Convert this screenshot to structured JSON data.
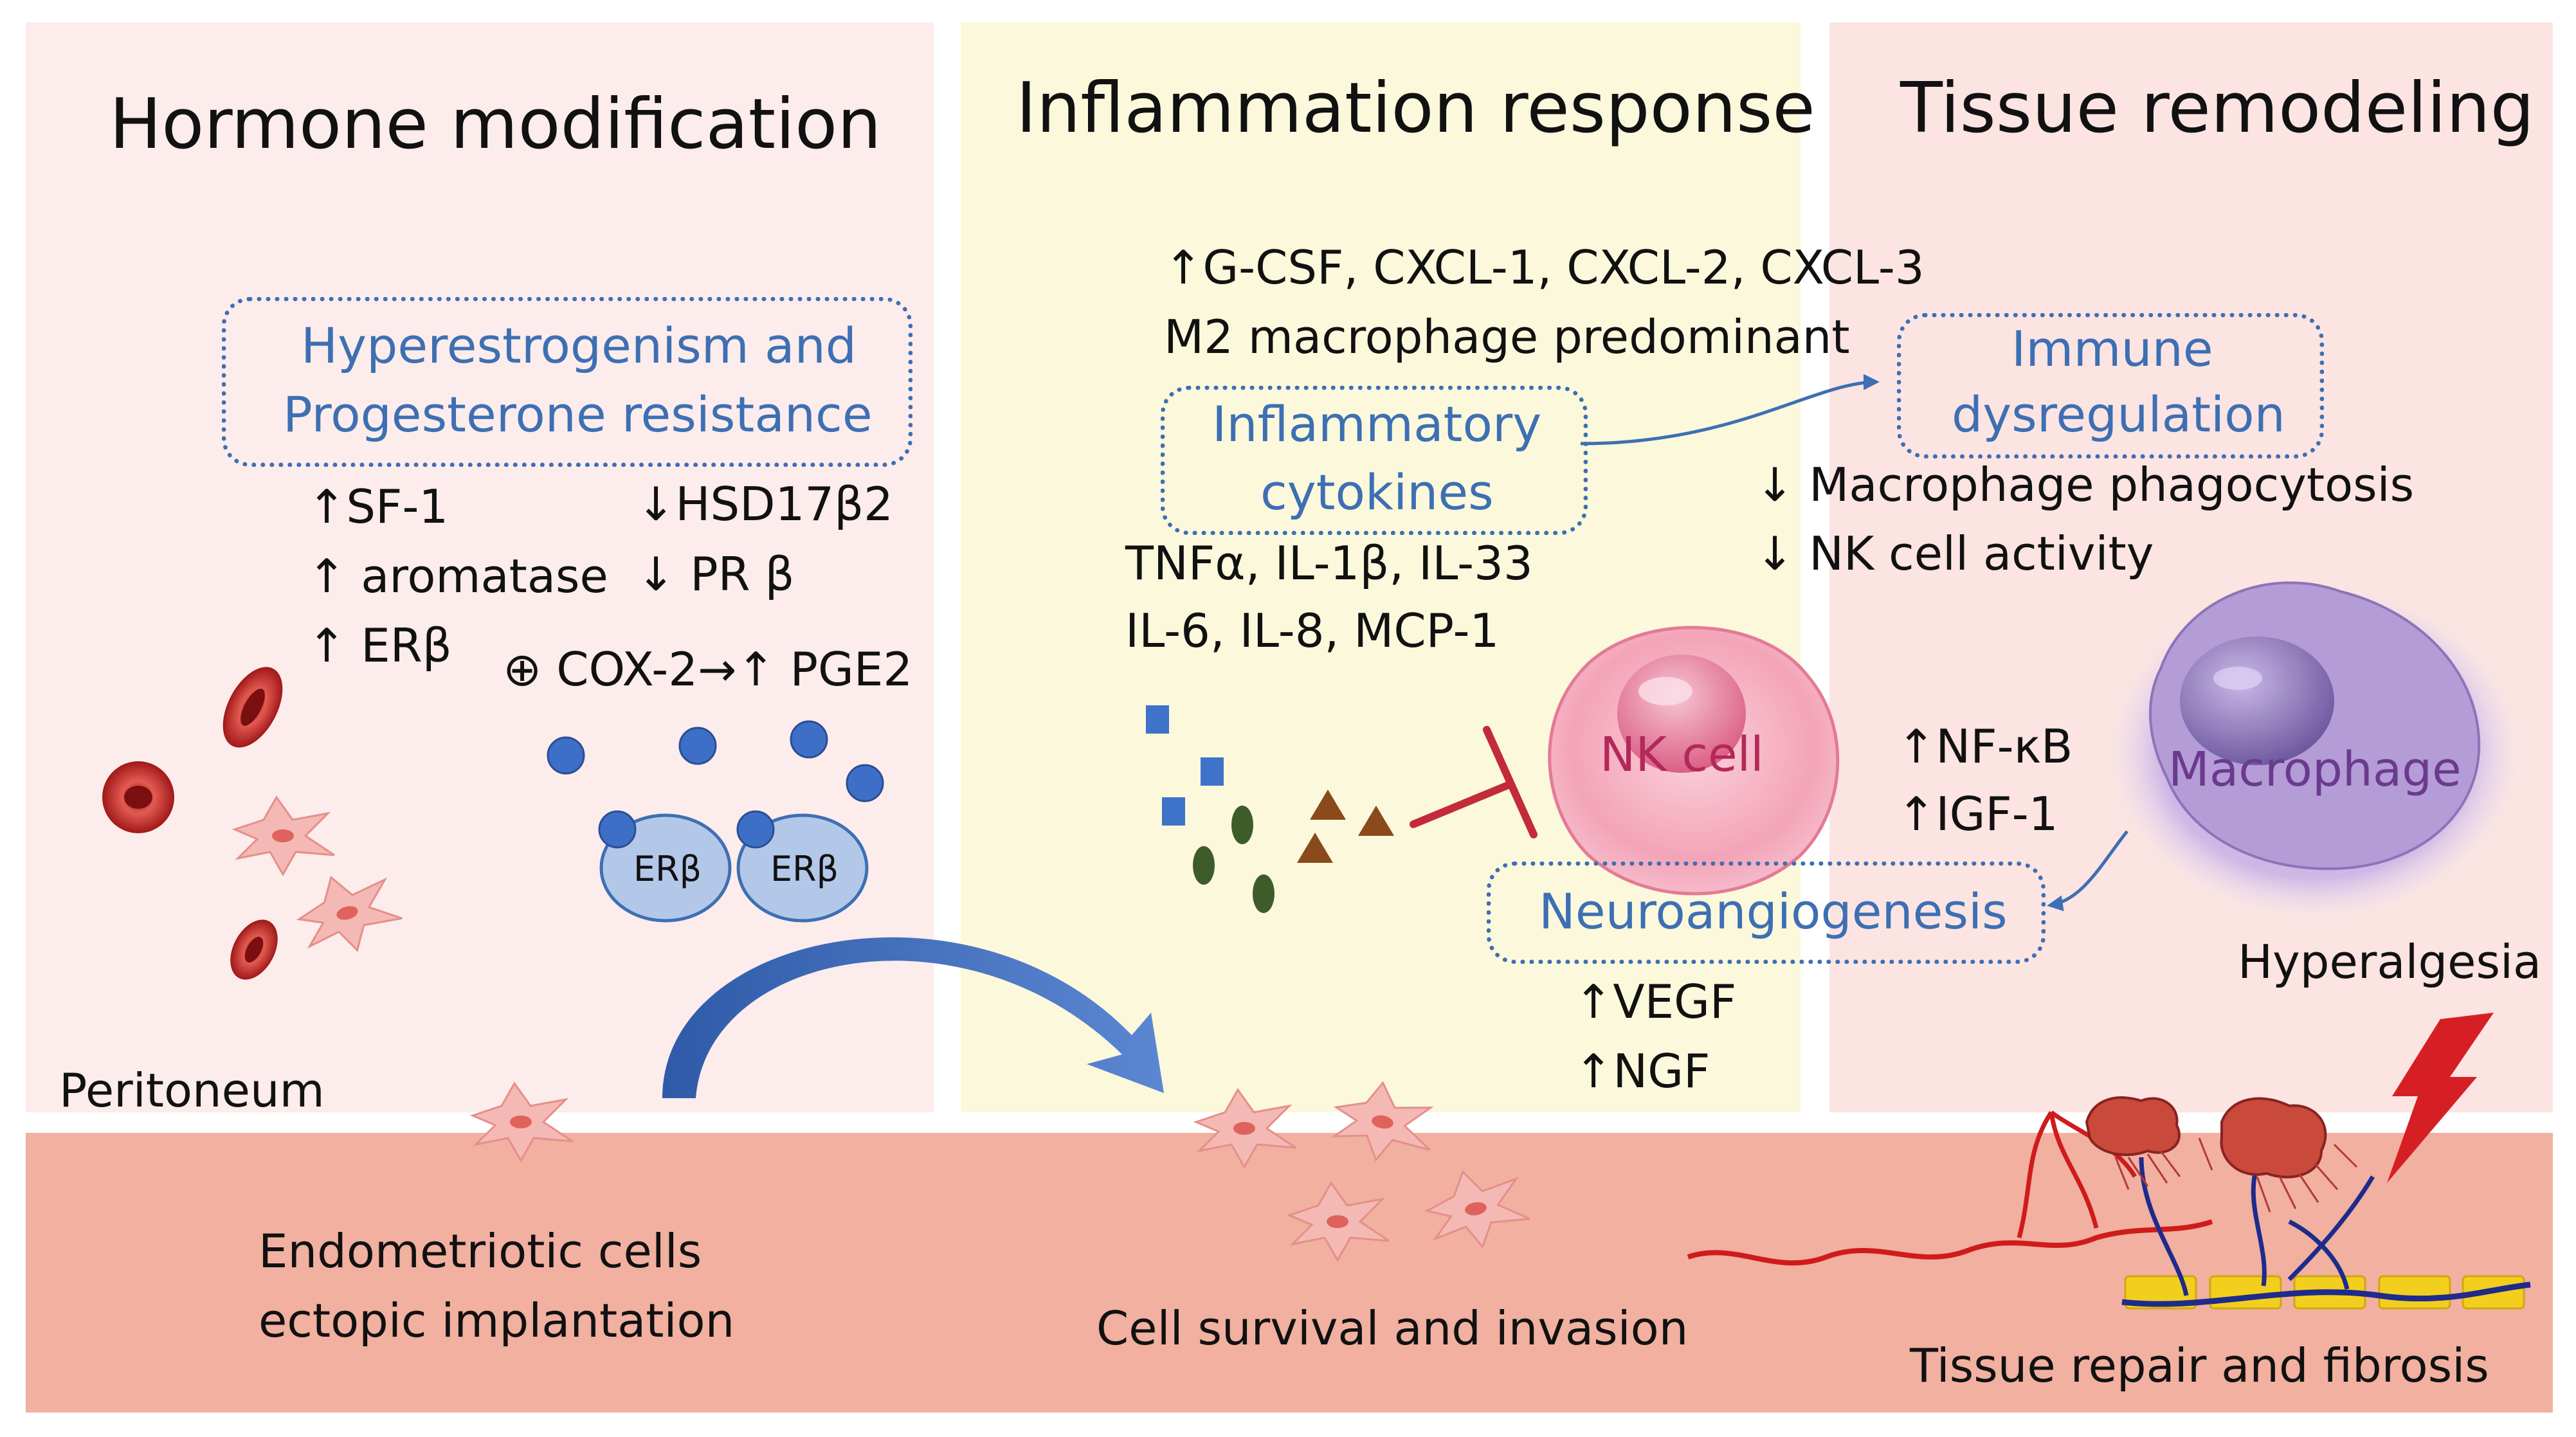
{
  "panels": {
    "hormone": {
      "title": "Hormone modification",
      "box": [
        "Hyperestrogenism and",
        "Progesterone resistance"
      ],
      "up_sf1": "↑SF-1",
      "down_hsd": "↓HSD17β2",
      "up_aromatase": "↑ aromatase",
      "down_pr": "↓ PR β",
      "up_erb": "↑ ERβ",
      "cox": "⊕ COX-2→↑ PGE2",
      "receptor_label": "ERβ",
      "peritoneum": "Peritoneum"
    },
    "inflammation": {
      "title": "Inflammation response",
      "line1": "↑G-CSF, CXCL-1, CXCL-2, CXCL-3",
      "line2": "M2 macrophage predominant",
      "box": [
        "Inflammatory",
        "cytokines"
      ],
      "cyto1": "TNFα, IL-1β, IL-33",
      "cyto2": "IL-6, IL-8, MCP-1",
      "nk": "NK cell"
    },
    "tissue": {
      "title": "Tissue remodeling",
      "box_immune": [
        "Immune",
        "dysregulation"
      ],
      "phago": "↓ Macrophage phagocytosis",
      "nkact": "↓ NK cell activity",
      "nfkb": "↑NF-κB",
      "igf": "↑IGF-1",
      "macrophage": "Macrophage",
      "neuro": "Neuroangiogenesis",
      "vegf": "↑VEGF",
      "ngf": "↑NGF",
      "hyperalgesia": "Hyperalgesia"
    }
  },
  "bottom": {
    "endo1": "Endometriotic cells",
    "endo2": "ectopic implantation",
    "survival": "Cell survival and invasion",
    "repair": "Tissue repair and fibrosis"
  },
  "colors": {
    "hormone_bg": "#fcecec",
    "inflammation_bg": "#fbf8dc",
    "tissue_bg": "#fbe4e2",
    "tissue_layer": "#f1b0a0",
    "accent_blue": "#3d6fb3"
  }
}
